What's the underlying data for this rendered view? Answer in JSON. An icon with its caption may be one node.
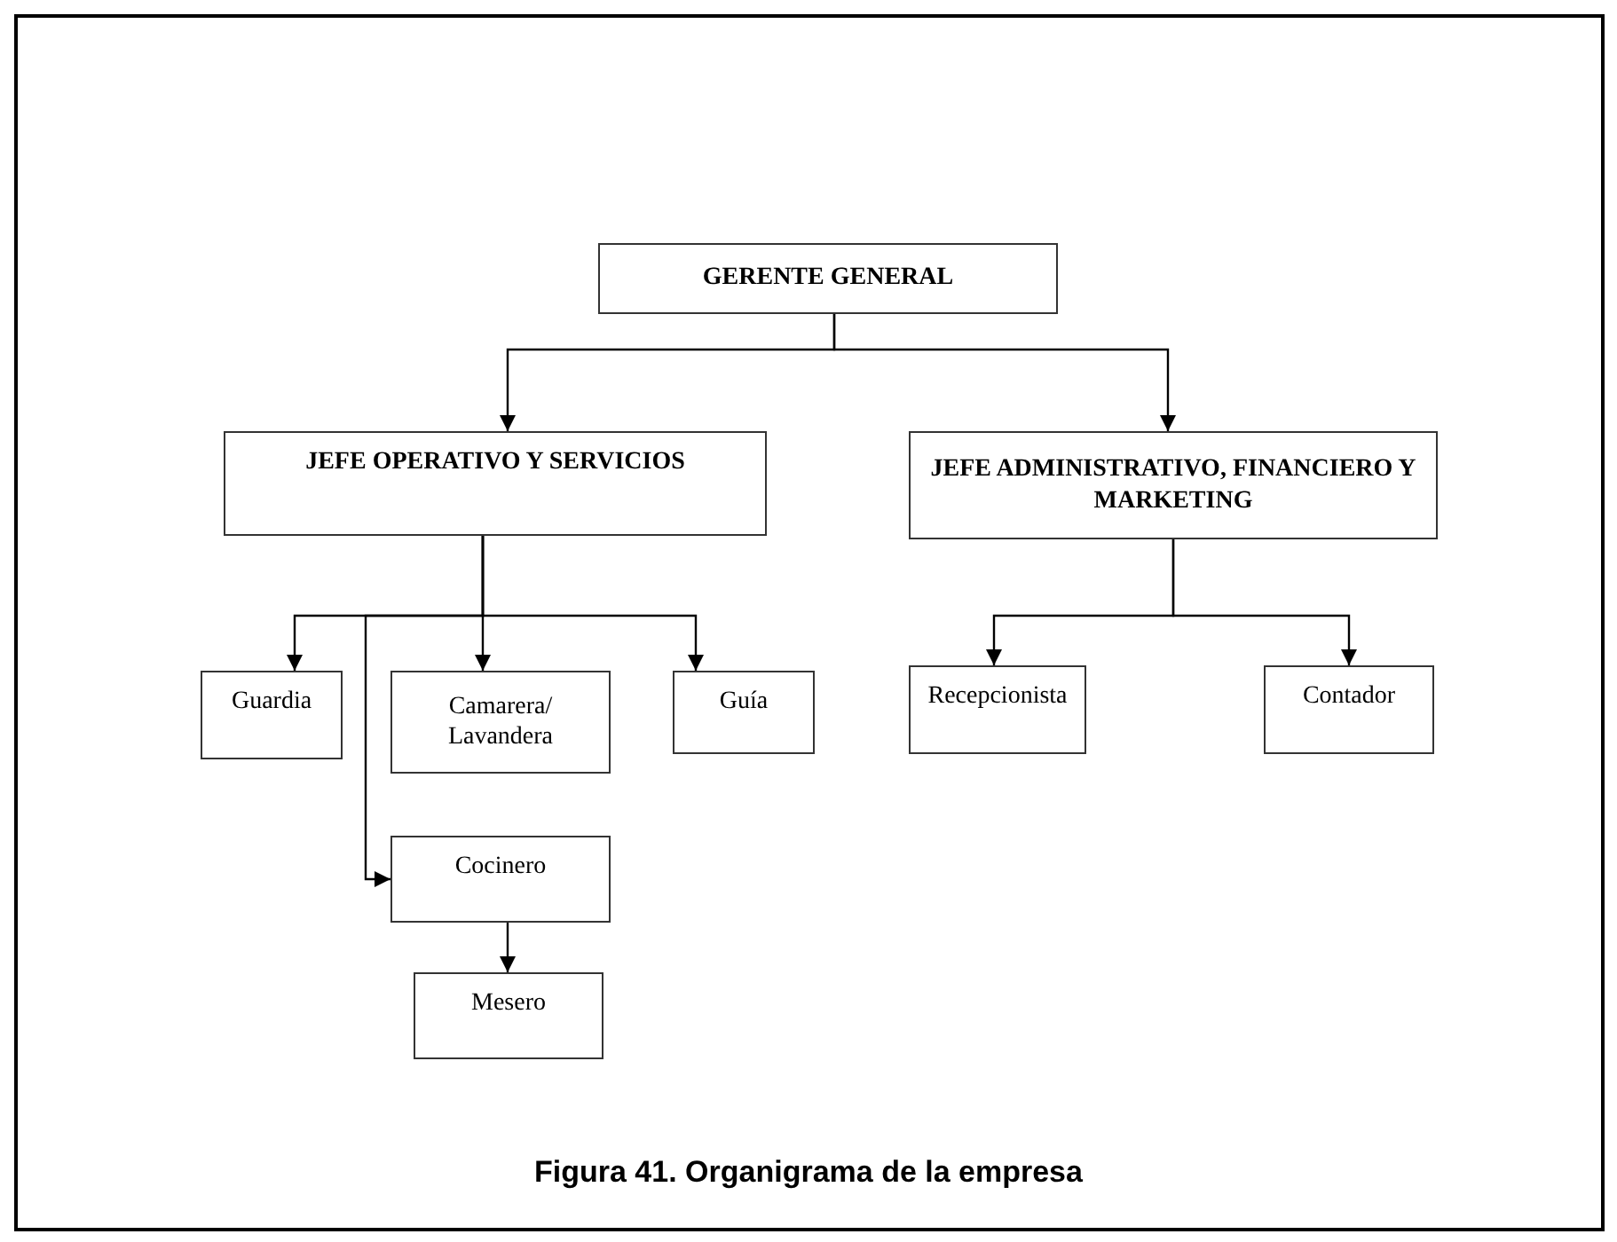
{
  "diagram": {
    "caption": "Figura 41. Organigrama de la empresa",
    "nodes": [
      {
        "text": [
          "GERENTE GENERAL"
        ]
      },
      {
        "text": [
          "JEFE OPERATIVO Y SERVICIOS"
        ]
      },
      {
        "text": [
          "JEFE ADMINISTRATIVO, FINANCIERO Y MARKETING"
        ]
      },
      {
        "text": [
          "Guardia"
        ]
      },
      {
        "text": [
          "Camarera/ Lavandera"
        ]
      },
      {
        "text": [
          "Guía"
        ]
      },
      {
        "text": [
          "Recepcionista"
        ]
      },
      {
        "text": [
          "Contador"
        ]
      },
      {
        "text": [
          "Cocinero"
        ]
      },
      {
        "text": [
          "Mesero"
        ]
      }
    ],
    "edges": [
      {
        "from": 0,
        "to": 1,
        "arrow": "to"
      },
      {
        "from": 0,
        "to": 2,
        "arrow": "to"
      },
      {
        "from": 1,
        "to": 3,
        "arrow": "to"
      },
      {
        "from": 1,
        "to": 4,
        "arrow": "to"
      },
      {
        "from": 1,
        "to": 5,
        "arrow": "to"
      },
      {
        "from": 1,
        "to": 8,
        "arrow": "to"
      },
      {
        "from": 2,
        "to": 6,
        "arrow": "to"
      },
      {
        "from": 2,
        "to": 7,
        "arrow": "to"
      },
      {
        "from": 8,
        "to": 9,
        "arrow": "to"
      }
    ]
  }
}
